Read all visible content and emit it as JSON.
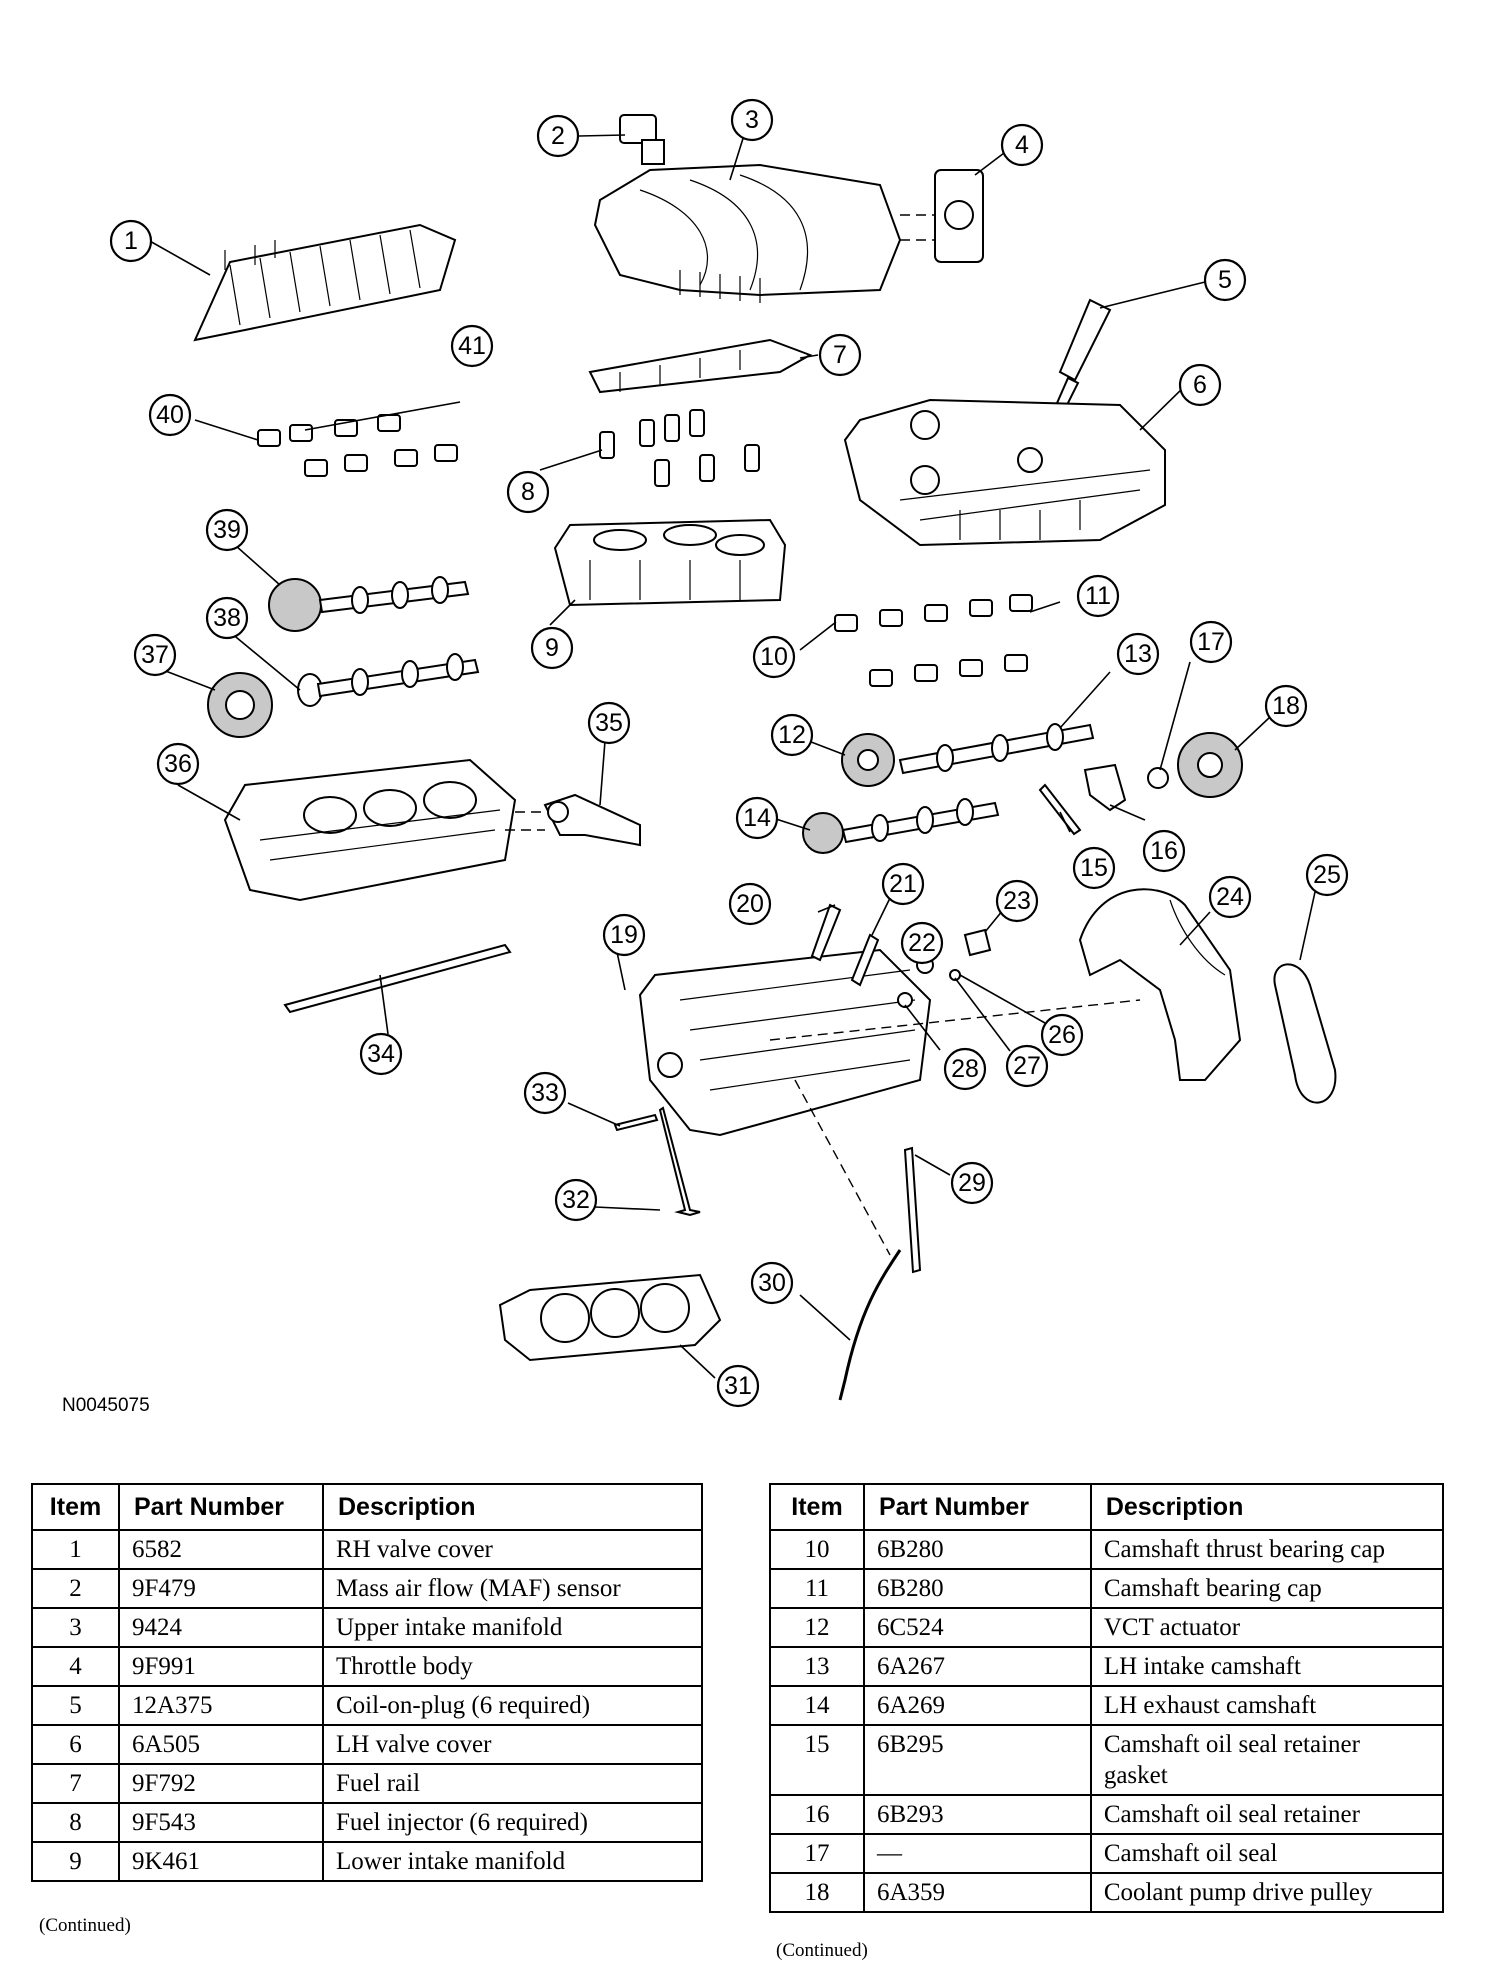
{
  "figure": {
    "id": "N0045075",
    "callouts": [
      "1",
      "2",
      "3",
      "4",
      "5",
      "6",
      "7",
      "8",
      "9",
      "10",
      "11",
      "12",
      "13",
      "14",
      "15",
      "16",
      "17",
      "18",
      "19",
      "20",
      "21",
      "22",
      "23",
      "24",
      "25",
      "26",
      "27",
      "28",
      "29",
      "30",
      "31",
      "32",
      "33",
      "34",
      "35",
      "36",
      "37",
      "38",
      "39",
      "40",
      "41"
    ]
  },
  "tables": {
    "headers": {
      "item": "Item",
      "part_number": "Part Number",
      "description": "Description"
    },
    "left_rows": [
      {
        "item": "1",
        "part": "6582",
        "desc": "RH valve cover"
      },
      {
        "item": "2",
        "part": "9F479",
        "desc": "Mass air flow (MAF) sensor"
      },
      {
        "item": "3",
        "part": "9424",
        "desc": "Upper intake manifold"
      },
      {
        "item": "4",
        "part": "9F991",
        "desc": "Throttle body"
      },
      {
        "item": "5",
        "part": "12A375",
        "desc": "Coil-on-plug (6 required)"
      },
      {
        "item": "6",
        "part": "6A505",
        "desc": "LH valve cover"
      },
      {
        "item": "7",
        "part": "9F792",
        "desc": "Fuel rail"
      },
      {
        "item": "8",
        "part": "9F543",
        "desc": "Fuel injector (6 required)"
      },
      {
        "item": "9",
        "part": "9K461",
        "desc": "Lower intake manifold"
      }
    ],
    "right_rows": [
      {
        "item": "10",
        "part": "6B280",
        "desc": "Camshaft thrust bearing cap"
      },
      {
        "item": "11",
        "part": "6B280",
        "desc": "Camshaft bearing cap"
      },
      {
        "item": "12",
        "part": "6C524",
        "desc": "VCT actuator"
      },
      {
        "item": "13",
        "part": "6A267",
        "desc": "LH intake camshaft"
      },
      {
        "item": "14",
        "part": "6A269",
        "desc": "LH exhaust camshaft"
      },
      {
        "item": "15",
        "part": "6B295",
        "desc": "Camshaft oil seal retainer gasket"
      },
      {
        "item": "16",
        "part": "6B293",
        "desc": "Camshaft oil seal retainer"
      },
      {
        "item": "17",
        "part": "—",
        "desc": "Camshaft oil seal"
      },
      {
        "item": "18",
        "part": "6A359",
        "desc": "Coolant pump drive pulley"
      }
    ],
    "continued_label": "(Continued)"
  }
}
